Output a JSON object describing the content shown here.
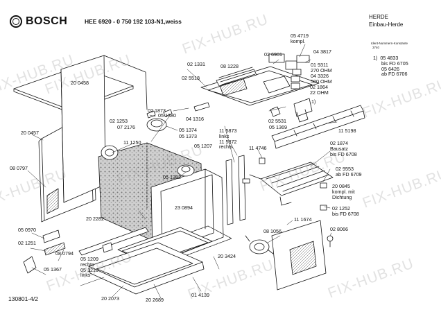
{
  "header": {
    "brand": "BOSCH",
    "model": "HEE 6920 - 0 750 192 103-N1,weiss",
    "category_1": "HERDE",
    "category_2": "Einbau-Herde",
    "ident_label": "Ident-Nummern-Konstante",
    "ident_value": "3740"
  },
  "footer": {
    "doc_ref": "130801-4/2"
  },
  "watermark": "FIX-HUB.RU",
  "parts": [
    {
      "id": "p_05_4833",
      "text": "1)  05 4833\n      bis FD 6705\n      05 6426\n      ab FD 6706"
    },
    {
      "id": "p_05_4719",
      "text": "05 4719\nkompl."
    },
    {
      "id": "p_02_6901",
      "text": "02 6901"
    },
    {
      "id": "p_04_3817",
      "text": "04 3817"
    },
    {
      "id": "p_01_9311",
      "text": "01 9311\n270 OHM"
    },
    {
      "id": "p_04_3326",
      "text": "04 3326\n500 OHM"
    },
    {
      "id": "p_02_1864",
      "text": "02 1864\n22 OHM"
    },
    {
      "id": "p_02_1331",
      "text": "02 1331"
    },
    {
      "id": "p_08_1228",
      "text": "08 1228"
    },
    {
      "id": "p_02_5518",
      "text": "02 5518"
    },
    {
      "id": "p_20_0458",
      "text": "20 0458"
    },
    {
      "id": "p_02_1873",
      "text": "02 1873"
    },
    {
      "id": "p_05_1380",
      "text": "05 1380"
    },
    {
      "id": "p_04_1316",
      "text": "04 1316"
    },
    {
      "id": "p_02_1253",
      "text": "02 1253"
    },
    {
      "id": "p_07_2176",
      "text": "07 2176"
    },
    {
      "id": "p_05_1374",
      "text": "05 1374"
    },
    {
      "id": "p_05_1373",
      "text": "05 1373"
    },
    {
      "id": "p_02_5531",
      "text": "02 5531"
    },
    {
      "id": "p_05_1369",
      "text": "05 1369"
    },
    {
      "id": "p_11_5873",
      "text": "11 5873\nlinks\n11 5872\nrechts"
    },
    {
      "id": "p_11_5198",
      "text": "11 5198"
    },
    {
      "id": "p_20_0457",
      "text": "20 0457"
    },
    {
      "id": "p_11_1250",
      "text": "11 1250"
    },
    {
      "id": "p_05_1207",
      "text": "05 1207"
    },
    {
      "id": "p_11_4746",
      "text": "11 4746"
    },
    {
      "id": "p_02_1874",
      "text": "02 1874\nBausatz\nbis FD 6708"
    },
    {
      "id": "p_08_0797",
      "text": "08 0797"
    },
    {
      "id": "p_05_1382",
      "text": "05 1382"
    },
    {
      "id": "p_23_0894",
      "text": "23 0894"
    },
    {
      "id": "p_02_9553",
      "text": "02 9553\nab FD 6709"
    },
    {
      "id": "p_20_0845",
      "text": "20 0845\nkompl. mit\nDichtung"
    },
    {
      "id": "p_02_1252",
      "text": "02 1252\nbis FD 6708"
    },
    {
      "id": "p_20_2282",
      "text": "20 2282"
    },
    {
      "id": "p_05_0970",
      "text": "05 0970"
    },
    {
      "id": "p_02_1251",
      "text": "02 1251"
    },
    {
      "id": "p_08_0794",
      "text": "08 0794"
    },
    {
      "id": "p_05_1367",
      "text": "05 1367"
    },
    {
      "id": "p_05_1209",
      "text": "05 1209\nrechts\n05 1210\nlinks"
    },
    {
      "id": "p_20_2073",
      "text": "20 2073"
    },
    {
      "id": "p_20_2689",
      "text": "20 2689"
    },
    {
      "id": "p_01_4139",
      "text": "01 4139"
    },
    {
      "id": "p_20_3424",
      "text": "20 3424"
    },
    {
      "id": "p_08_1056",
      "text": "08 1056"
    },
    {
      "id": "p_11_1674",
      "text": "11 1674"
    },
    {
      "id": "p_02_8066",
      "text": "02 8066"
    },
    {
      "id": "p_ref1",
      "text": "1)"
    }
  ]
}
